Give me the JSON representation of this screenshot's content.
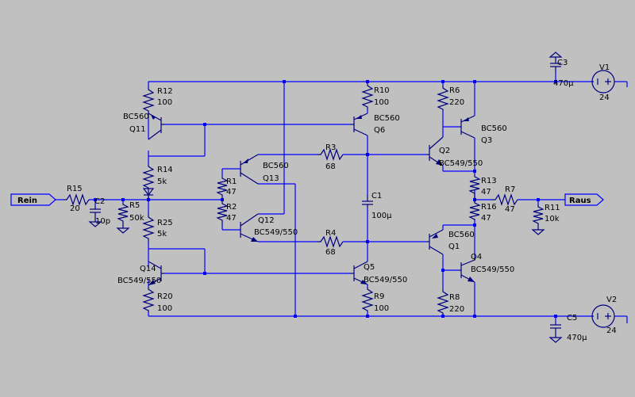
{
  "colors": {
    "background": "#c0c0c0",
    "wire": "#0000ff",
    "part": "#00007f",
    "text": "#000000"
  },
  "ports": {
    "input": "Rein",
    "output": "Raus"
  },
  "resistors": [
    {
      "ref": "R12",
      "value": "100"
    },
    {
      "ref": "R14",
      "value": "5k"
    },
    {
      "ref": "R25",
      "value": "5k"
    },
    {
      "ref": "R20",
      "value": "100"
    },
    {
      "ref": "R15",
      "value": "20"
    },
    {
      "ref": "R5",
      "value": "50k"
    },
    {
      "ref": "R1",
      "value": "47"
    },
    {
      "ref": "R2",
      "value": "47"
    },
    {
      "ref": "R3",
      "value": "68"
    },
    {
      "ref": "R4",
      "value": "68"
    },
    {
      "ref": "R10",
      "value": "100"
    },
    {
      "ref": "R9",
      "value": "100"
    },
    {
      "ref": "R6",
      "value": "220"
    },
    {
      "ref": "R8",
      "value": "220"
    },
    {
      "ref": "R13",
      "value": "47"
    },
    {
      "ref": "R16",
      "value": "47"
    },
    {
      "ref": "R7",
      "value": "47"
    },
    {
      "ref": "R11",
      "value": "10k"
    }
  ],
  "capacitors": [
    {
      "ref": "C1",
      "value": "100µ"
    },
    {
      "ref": "C2",
      "value": "10p"
    },
    {
      "ref": "C3",
      "value": "470µ"
    },
    {
      "ref": "C5",
      "value": "470µ"
    }
  ],
  "transistors": [
    {
      "ref": "Q11",
      "model": "BC560"
    },
    {
      "ref": "Q14",
      "model": "BC549/550"
    },
    {
      "ref": "Q13",
      "model": "BC560"
    },
    {
      "ref": "Q12",
      "model": "BC549/550"
    },
    {
      "ref": "Q6",
      "model": "BC560"
    },
    {
      "ref": "Q5",
      "model": "BC549/550"
    },
    {
      "ref": "Q2",
      "model": "BC549/550"
    },
    {
      "ref": "Q3",
      "model": "BC560"
    },
    {
      "ref": "Q1",
      "model": "BC560"
    },
    {
      "ref": "Q4",
      "model": "BC549/550"
    }
  ],
  "sources": [
    {
      "ref": "V1",
      "value": "24"
    },
    {
      "ref": "V2",
      "value": "24"
    }
  ]
}
